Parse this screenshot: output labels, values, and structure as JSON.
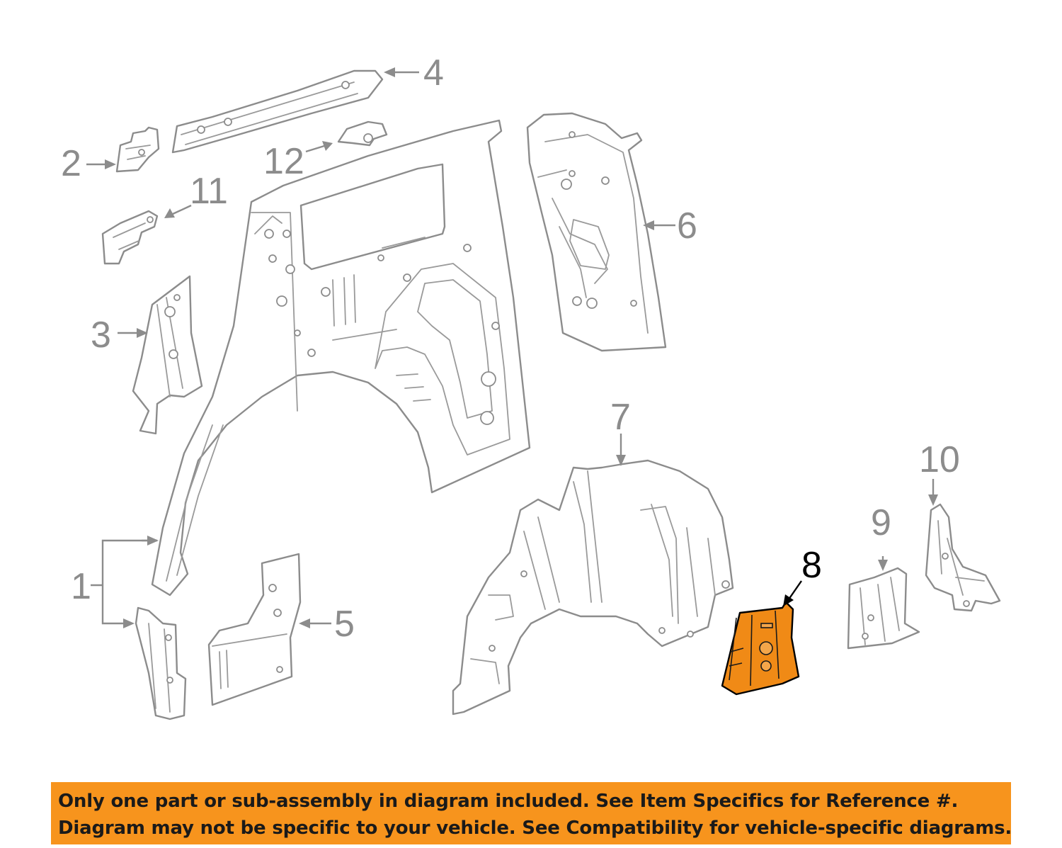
{
  "callouts": {
    "c1": "1",
    "c2": "2",
    "c3": "3",
    "c4": "4",
    "c5": "5",
    "c6": "6",
    "c7": "7",
    "c8": "8",
    "c9": "9",
    "c10": "10",
    "c11": "11",
    "c12": "12"
  },
  "highlighted_part": "8",
  "colors": {
    "highlight": "#f08a16",
    "notice_background": "#f7941d",
    "line_art": "#8c8c8c"
  },
  "notice": {
    "line1": "Only one part or sub-assembly in diagram included. See Item Specifics for Reference #.",
    "line2": "Diagram may not be specific to your vehicle. See Compatibility for vehicle-specific diagrams."
  }
}
